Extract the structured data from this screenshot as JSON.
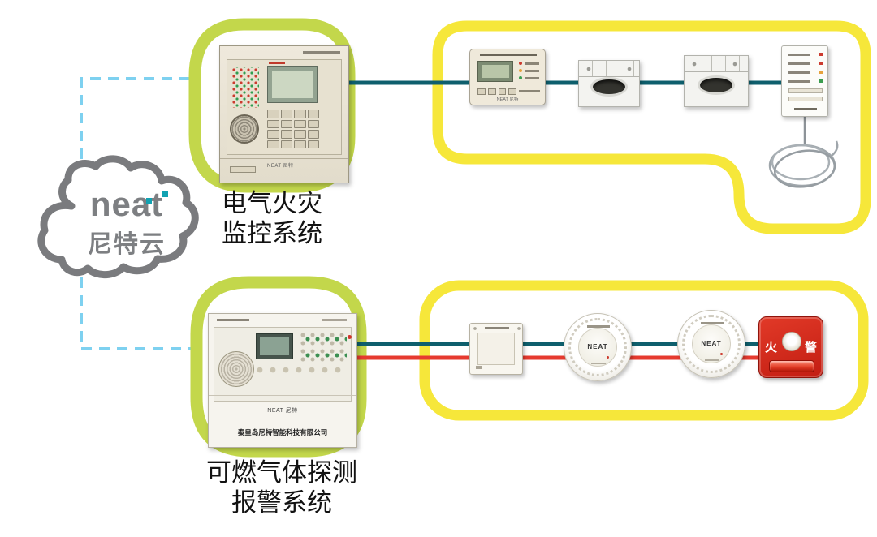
{
  "colors": {
    "accent_green": "#c3d74b",
    "accent_yellow": "#f6e73a",
    "line_teal": "#0e5f6d",
    "line_red": "#e63a2f",
    "dash_blue": "#7ed1f0",
    "cloud_gray": "#7a7b7e",
    "brand_teal": "#12a2b2",
    "alarm_red": "#d3281c"
  },
  "cloud": {
    "brand": "neat",
    "brand_cn": "尼特云"
  },
  "systems": {
    "electrical_fire": {
      "label_line1": "电气火灾",
      "label_line2": "监控系统"
    },
    "gas_alarm": {
      "label_line1": "可燃气体探测",
      "label_line2": "报警系统"
    }
  },
  "devices": {
    "fire_panel": {
      "brand": "NEAT 尼特"
    },
    "gas_panel": {
      "brand": "NEAT 尼特",
      "company": "秦皇岛尼特智能科技有限公司"
    },
    "monitor": {
      "brand": "NEAT 尼特"
    },
    "detectors": {
      "brand": "NEAT"
    },
    "fire_alarm": {
      "char_left": "火",
      "char_right": "警"
    }
  }
}
